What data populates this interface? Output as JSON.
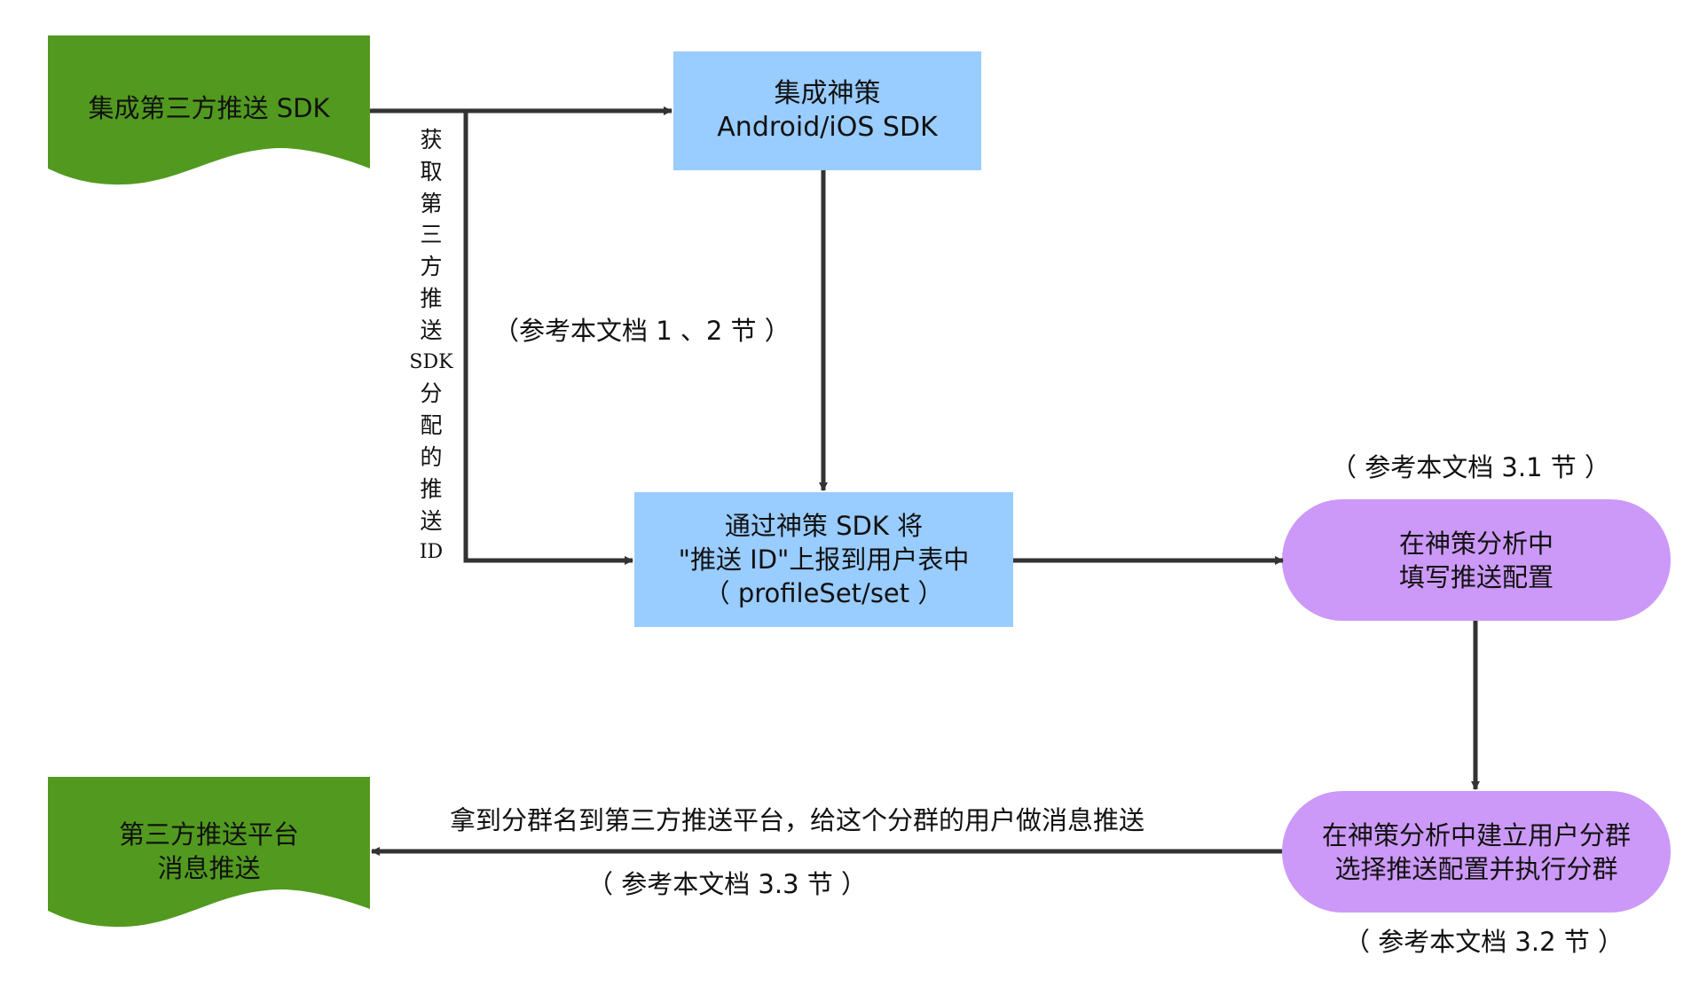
{
  "diagram": {
    "type": "flowchart",
    "colors": {
      "document_shape": "#529a1f",
      "process_box": "#99ccff",
      "terminal_shape": "#cc99f8",
      "connector": "#333333"
    },
    "nodes": {
      "integrate_third_party": {
        "lines": [
          "集成第三方推送 SDK"
        ]
      },
      "integrate_sensors": {
        "lines": [
          "集成神策",
          "Android/iOS SDK"
        ]
      },
      "report_push_id": {
        "lines": [
          "通过神策 SDK 将",
          "\"推送 ID\"上报到用户表中",
          "（ profileSet/set ）"
        ]
      },
      "fill_push_config": {
        "lines": [
          "在神策分析中",
          "填写推送配置"
        ]
      },
      "create_segment": {
        "lines": [
          "在神策分析中建立用户分群",
          "选择推送配置并执行分群"
        ]
      },
      "third_party_platform": {
        "lines": [
          "第三方推送平台",
          "消息推送"
        ]
      }
    },
    "edge_labels": {
      "get_push_id": [
        "获",
        "取",
        "第",
        "三",
        "方",
        "推",
        "送",
        "SDK",
        "分",
        "配",
        "的",
        "推",
        "送",
        "ID"
      ],
      "ref_sections_1_2": "（参考本文档 1 、2 节 ）",
      "ref_section_3_1": "（ 参考本文档 3.1 节 ）",
      "push_message": "拿到分群名到第三方推送平台，给这个分群的用户做消息推送",
      "ref_section_3_3": "（ 参考本文档 3.3 节 ）",
      "ref_section_3_2": "（ 参考本文档 3.2 节 ）"
    },
    "edges": [
      {
        "from": "integrate_third_party",
        "to": "integrate_sensors"
      },
      {
        "from": "integrate_third_party",
        "to": "report_push_id",
        "label": "get_push_id"
      },
      {
        "from": "integrate_sensors",
        "to": "report_push_id"
      },
      {
        "from": "report_push_id",
        "to": "fill_push_config"
      },
      {
        "from": "fill_push_config",
        "to": "create_segment"
      },
      {
        "from": "create_segment",
        "to": "third_party_platform",
        "label": "push_message"
      }
    ]
  }
}
